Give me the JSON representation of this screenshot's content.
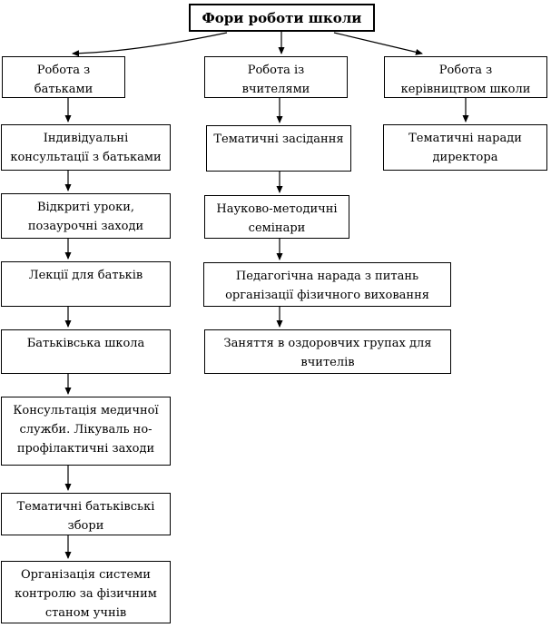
{
  "colors": {
    "border": "#000000",
    "background": "#ffffff",
    "text": "#000000"
  },
  "diagram": {
    "title": "Фори роботи школи",
    "columns": [
      {
        "header": "Робота з\nбатьками",
        "items": [
          "Індивідуальні\nконсультації з батьками",
          "Відкриті уроки,\nпозаурочні заходи",
          "Лекції для батьків",
          "Батьківська школа",
          "Консультація медичної\nслужби. Лікуваль но-\nпрофілактичні заходи",
          "Тематичні батьківські\nзбори",
          "Організація системи\nконтролю за фізичним\nстаном учнів"
        ]
      },
      {
        "header": "Робота із\nвчителями",
        "items": [
          "Тематичні засідання",
          "Науково-методичні\nсемінари",
          "Педагогічна нарада з питань\nорганізації фізичного виховання",
          "Заняття в оздоровчих групах для\nвчителів"
        ]
      },
      {
        "header": "Робота з\nкерівництвом школи",
        "items": [
          "Тематичні наради\nдиректора"
        ]
      }
    ]
  }
}
